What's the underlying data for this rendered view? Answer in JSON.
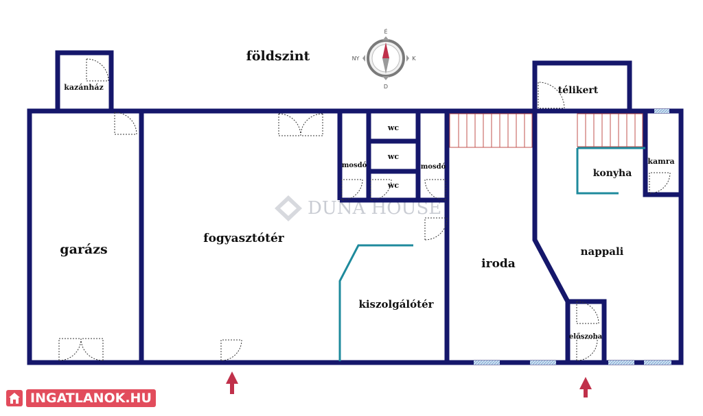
{
  "title": "földszint",
  "compass": {
    "north": "É",
    "south": "D",
    "west": "NY",
    "east": "K"
  },
  "rooms": {
    "kazanhaz": "kazánház",
    "telikert": "télikert",
    "wc1": "wc",
    "wc2": "wc",
    "wc3": "wc",
    "mosdo1": "mosdó",
    "mosdo2": "mosdó",
    "kamra": "kamra",
    "konyha": "konyha",
    "garazs": "garázs",
    "fogyasztoter": "fogyasztótér",
    "iroda": "iroda",
    "nappali": "nappali",
    "kiszolgaloter": "kiszolgálótér",
    "eloszoba": "előszoba"
  },
  "watermark": "DUNA HOUSE",
  "badge": "INGATLANOK.HU",
  "colors": {
    "wall": "#15176b",
    "partition": "#1e8a9c",
    "stairs": "#c0504d",
    "arrow": "#c0304a",
    "window": "#9dc3e6",
    "badge_bg": "#e24c5c"
  }
}
